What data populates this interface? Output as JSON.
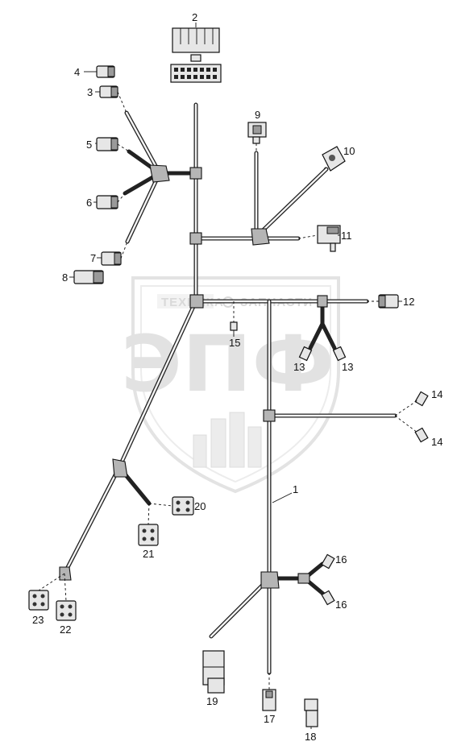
{
  "watermark": {
    "company": "ТЕХНИКА",
    "company2": "ЗАПЧАСТИ",
    "logo_letters": "ЭПФ"
  },
  "callouts": {
    "c1": "1",
    "c2": "2",
    "c3": "3",
    "c4": "4",
    "c5": "5",
    "c6": "6",
    "c7": "7",
    "c8": "8",
    "c9": "9",
    "c10": "10",
    "c11": "11",
    "c12": "12",
    "c13a": "13",
    "c13b": "13",
    "c14a": "14",
    "c14b": "14",
    "c15": "15",
    "c16a": "16",
    "c16b": "16",
    "c17": "17",
    "c18": "18",
    "c19": "19",
    "c20": "20",
    "c21": "21",
    "c22": "22",
    "c23": "23"
  }
}
